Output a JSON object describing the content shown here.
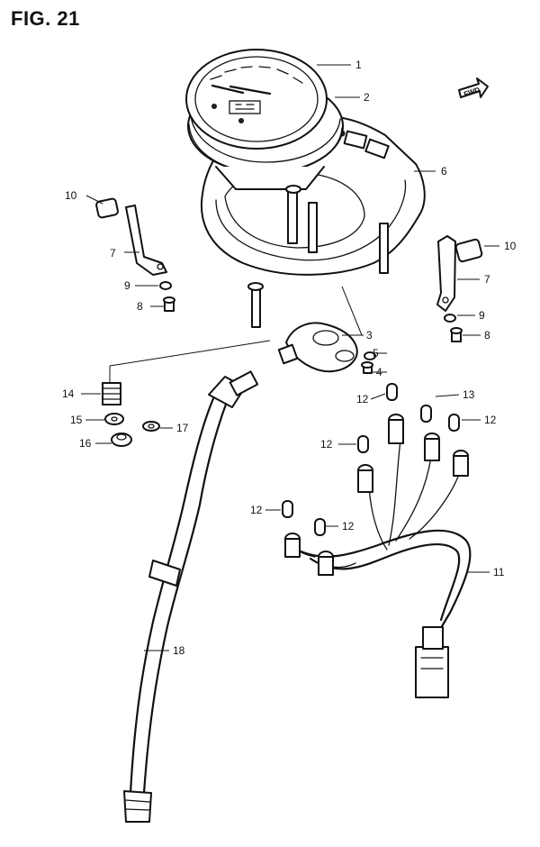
{
  "figure": {
    "title": "FIG. 21",
    "fwd_label": "FWD"
  },
  "callouts": [
    {
      "id": "c1",
      "text": "1"
    },
    {
      "id": "c2",
      "text": "2"
    },
    {
      "id": "c6",
      "text": "6"
    },
    {
      "id": "c10l",
      "text": "10"
    },
    {
      "id": "c7l",
      "text": "7"
    },
    {
      "id": "c9l",
      "text": "9"
    },
    {
      "id": "c8l",
      "text": "8"
    },
    {
      "id": "c10r",
      "text": "10"
    },
    {
      "id": "c7r",
      "text": "7"
    },
    {
      "id": "c9r",
      "text": "9"
    },
    {
      "id": "c8r",
      "text": "8"
    },
    {
      "id": "c3",
      "text": "3"
    },
    {
      "id": "c5",
      "text": "5"
    },
    {
      "id": "c4",
      "text": "4"
    },
    {
      "id": "c14",
      "text": "14"
    },
    {
      "id": "c15",
      "text": "15"
    },
    {
      "id": "c17",
      "text": "17"
    },
    {
      "id": "c16",
      "text": "16"
    },
    {
      "id": "c12a",
      "text": "12"
    },
    {
      "id": "c13",
      "text": "13"
    },
    {
      "id": "c12b",
      "text": "12"
    },
    {
      "id": "c12c",
      "text": "12"
    },
    {
      "id": "c12d",
      "text": "12"
    },
    {
      "id": "c12e",
      "text": "12"
    },
    {
      "id": "c11",
      "text": "11"
    },
    {
      "id": "c18",
      "text": "18"
    }
  ]
}
